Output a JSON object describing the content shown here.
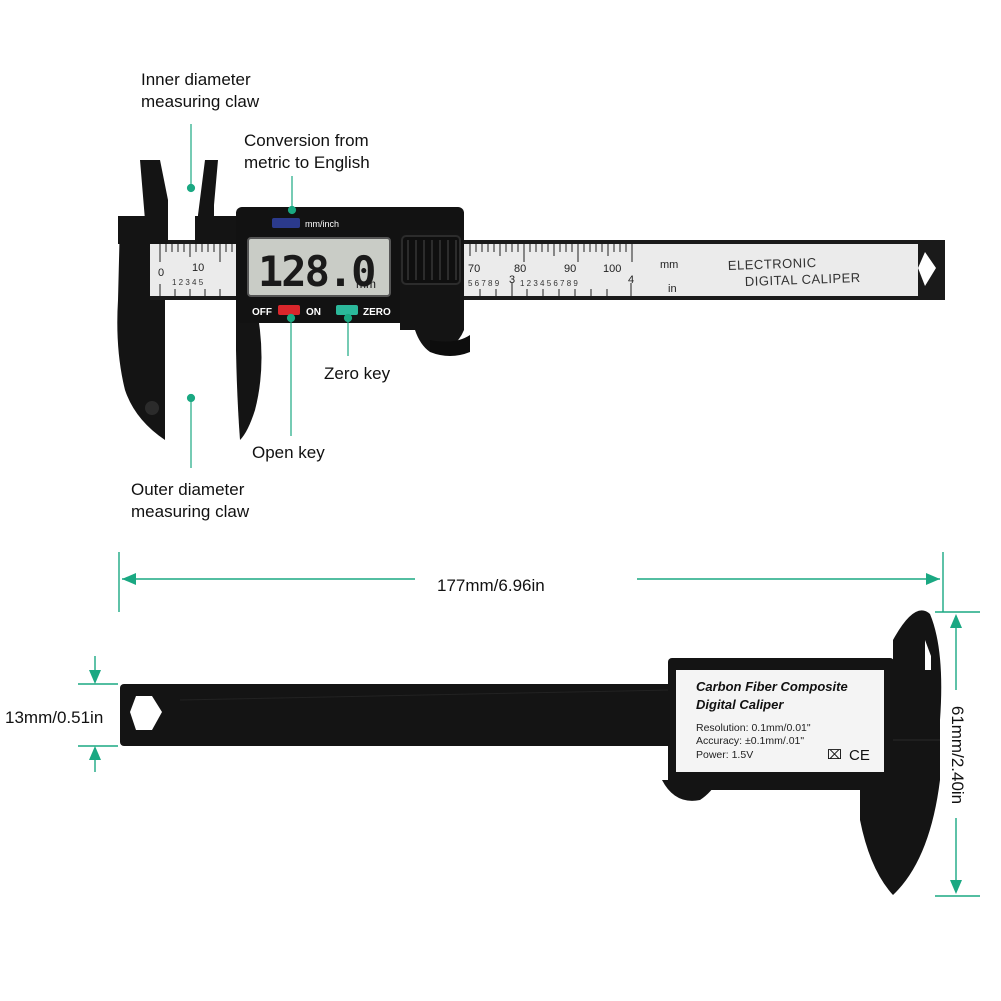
{
  "callouts": {
    "inner_claw": "Inner diameter\nmeasuring claw",
    "inner_claw_line1": "Inner diameter",
    "inner_claw_line2": "measuring claw",
    "conversion_line1": "Conversion from",
    "conversion_line2": "metric to English",
    "zero_key": "Zero key",
    "open_key": "Open key",
    "outer_claw_line1": "Outer diameter",
    "outer_claw_line2": "measuring claw"
  },
  "caliper_top": {
    "lcd_reading": "128.0",
    "lcd_unit": "mm",
    "unit_button_label": "mm/inch",
    "off_label": "OFF",
    "on_label": "ON",
    "zero_label": "ZERO",
    "beam_text_line1": "ELECTRONIC",
    "beam_text_line2": "DIGITAL CALIPER",
    "beam_mm": "mm",
    "beam_in": "in",
    "scale_left_labels": [
      "0",
      "10"
    ],
    "scale_right_labels": [
      "70",
      "80",
      "90",
      "100"
    ],
    "inch_marks": [
      "3",
      "4"
    ],
    "sub_digits_left": "1 2 3 4 5",
    "sub_digits_right": "5 6 7 8 9",
    "sub_digits_right2": "1 2 3 4 5 6 7 8 9"
  },
  "dimensions": {
    "length": "177mm/6.96in",
    "thickness": "13mm/0.51in",
    "height": "61mm/2.40in"
  },
  "label_plate": {
    "title_line1": "Carbon Fiber Composite",
    "title_line2": "Digital Caliper",
    "resolution": "Resolution: 0.1mm/0.01\"",
    "accuracy": "Accuracy: ±0.1mm/.01\"",
    "power": "Power: 1.5V",
    "ce_mark": "CE",
    "weee_mark": "⌧"
  },
  "colors": {
    "accent": "#1aa882",
    "body": "#111111",
    "beam": "#e9e9e9",
    "lcd": "#c9ccc6",
    "off_button": "#d9262b",
    "zero_button": "#2bb89a"
  }
}
